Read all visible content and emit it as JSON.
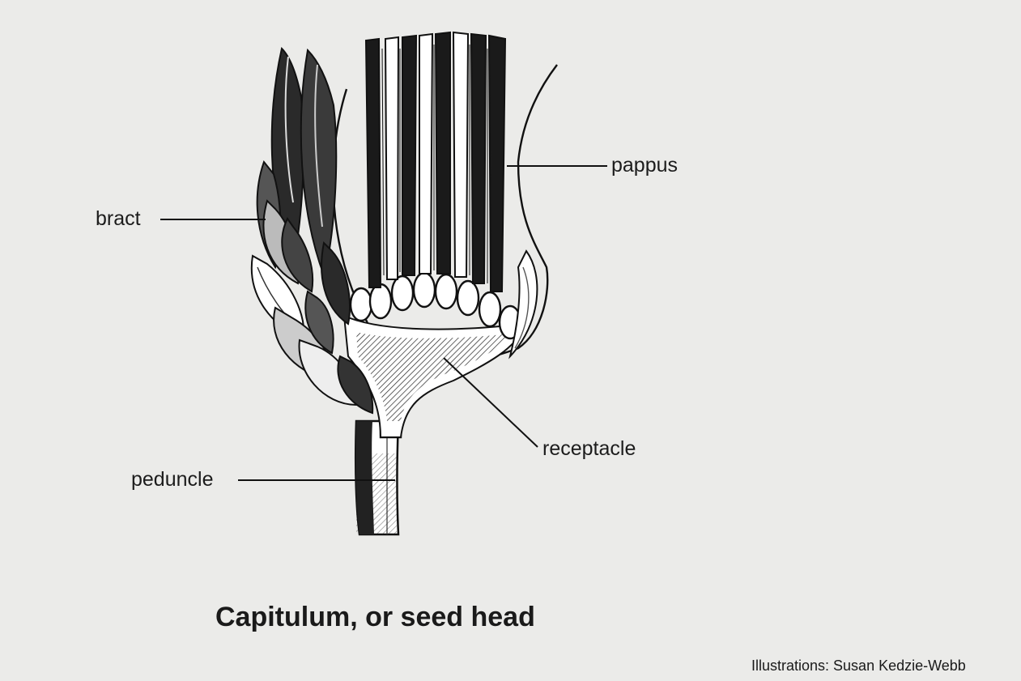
{
  "labels": {
    "pappus": "pappus",
    "bract": "bract",
    "receptacle": "receptacle",
    "peduncle": "peduncle"
  },
  "caption": "Capitulum, or seed head",
  "credit": "Illustrations: Susan Kedzie-Webb"
}
